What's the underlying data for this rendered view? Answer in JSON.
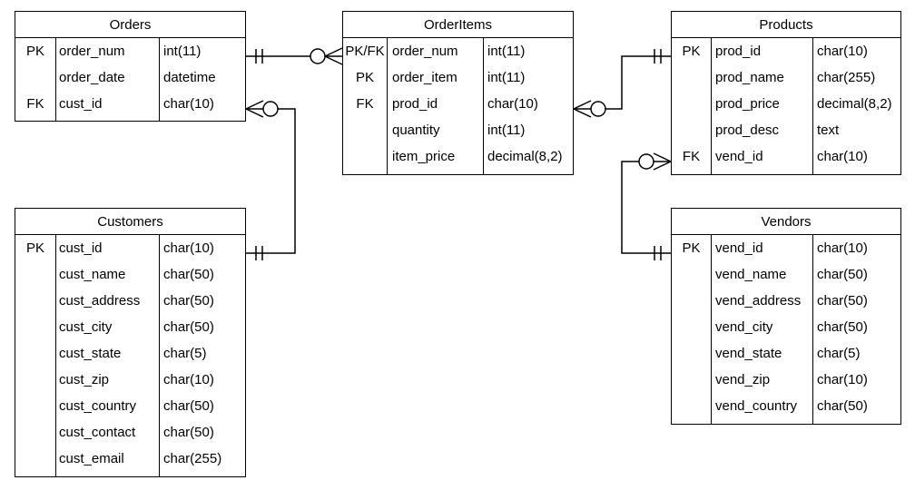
{
  "entities": {
    "orders": {
      "title": "Orders",
      "rows": [
        {
          "key": "PK",
          "name": "order_num",
          "type": "int(11)"
        },
        {
          "key": "",
          "name": "order_date",
          "type": "datetime"
        },
        {
          "key": "FK",
          "name": "cust_id",
          "type": "char(10)"
        }
      ]
    },
    "customers": {
      "title": "Customers",
      "rows": [
        {
          "key": "PK",
          "name": "cust_id",
          "type": "char(10)"
        },
        {
          "key": "",
          "name": "cust_name",
          "type": "char(50)"
        },
        {
          "key": "",
          "name": "cust_address",
          "type": "char(50)"
        },
        {
          "key": "",
          "name": "cust_city",
          "type": "char(50)"
        },
        {
          "key": "",
          "name": "cust_state",
          "type": "char(5)"
        },
        {
          "key": "",
          "name": "cust_zip",
          "type": "char(10)"
        },
        {
          "key": "",
          "name": "cust_country",
          "type": "char(50)"
        },
        {
          "key": "",
          "name": "cust_contact",
          "type": "char(50)"
        },
        {
          "key": "",
          "name": "cust_email",
          "type": "char(255)"
        }
      ]
    },
    "orderitems": {
      "title": "OrderItems",
      "rows": [
        {
          "key": "PK/FK",
          "name": "order_num",
          "type": "int(11)"
        },
        {
          "key": "PK",
          "name": "order_item",
          "type": "int(11)"
        },
        {
          "key": "FK",
          "name": "prod_id",
          "type": "char(10)"
        },
        {
          "key": "",
          "name": "quantity",
          "type": "int(11)"
        },
        {
          "key": "",
          "name": "item_price",
          "type": "decimal(8,2)"
        }
      ]
    },
    "products": {
      "title": "Products",
      "rows": [
        {
          "key": "PK",
          "name": "prod_id",
          "type": "char(10)"
        },
        {
          "key": "",
          "name": "prod_name",
          "type": "char(255)"
        },
        {
          "key": "",
          "name": "prod_price",
          "type": "decimal(8,2)"
        },
        {
          "key": "",
          "name": "prod_desc",
          "type": "text"
        },
        {
          "key": "FK",
          "name": "vend_id",
          "type": "char(10)"
        }
      ]
    },
    "vendors": {
      "title": "Vendors",
      "rows": [
        {
          "key": "PK",
          "name": "vend_id",
          "type": "char(10)"
        },
        {
          "key": "",
          "name": "vend_name",
          "type": "char(50)"
        },
        {
          "key": "",
          "name": "vend_address",
          "type": "char(50)"
        },
        {
          "key": "",
          "name": "vend_city",
          "type": "char(50)"
        },
        {
          "key": "",
          "name": "vend_state",
          "type": "char(5)"
        },
        {
          "key": "",
          "name": "vend_zip",
          "type": "char(10)"
        },
        {
          "key": "",
          "name": "vend_country",
          "type": "char(50)"
        }
      ]
    }
  },
  "relationships": [
    {
      "from": "orders.order_num",
      "to": "orderitems.order_num",
      "from_end": "one-and-only-one",
      "to_end": "zero-or-many"
    },
    {
      "from": "customers.cust_id",
      "to": "orders.cust_id",
      "from_end": "one-and-only-one",
      "to_end": "zero-or-many"
    },
    {
      "from": "products.prod_id",
      "to": "orderitems.prod_id",
      "from_end": "one-and-only-one",
      "to_end": "zero-or-many"
    },
    {
      "from": "vendors.vend_id",
      "to": "products.vend_id",
      "from_end": "one-and-only-one",
      "to_end": "zero-or-many"
    }
  ]
}
